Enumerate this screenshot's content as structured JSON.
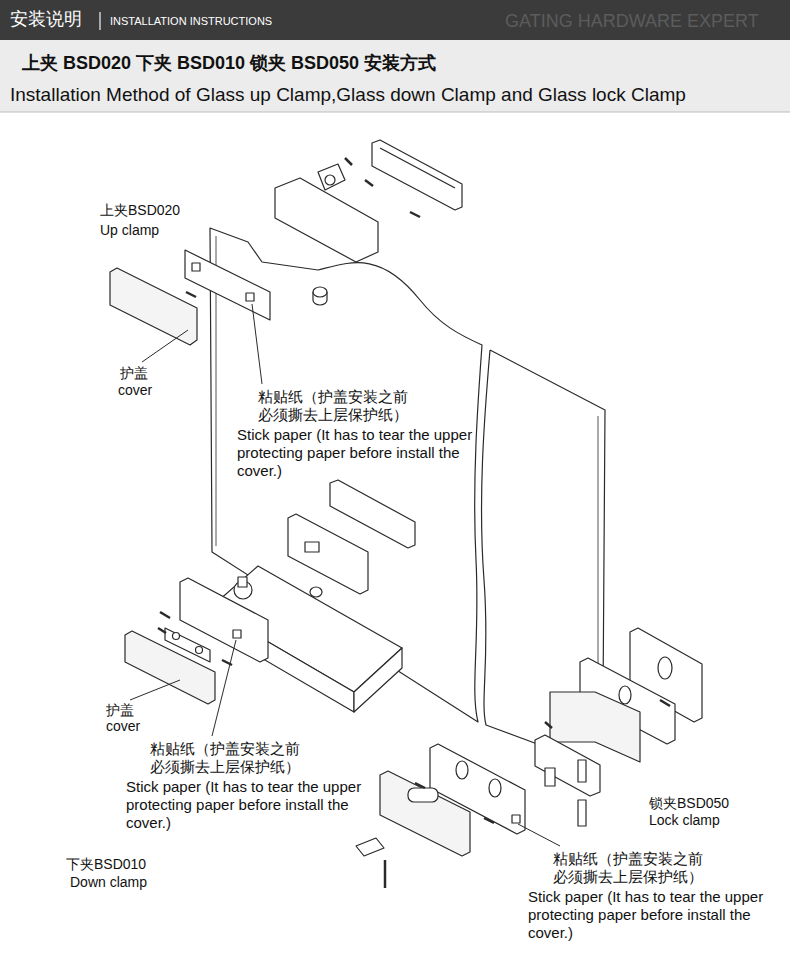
{
  "diagram": {
    "title": "上夹 BSD020 下夹 BSD010 锁夹 BSD050 安装方式",
    "labels": [
      "安装说明",
      "INSTALLATION INSTRUCTIONS",
      "GATING HARDWARE EXPERT",
      "Installation Method of Glass up Clamp,Glass down Clamp and Glass lock Clamp",
      "上夹BSD020",
      "Up clamp",
      "护盖",
      "cover",
      "粘贴纸（护盖安装之前 必须撕去上层保护纸）",
      "Stick paper (It has to tear the upper protecting paper before install the cover.)",
      "护盖",
      "cover",
      "粘贴纸（护盖安装之前 必须撕去上层保护纸）",
      "Stick paper (It has to tear the upper protecting paper before install the cover.)",
      "下夹BSD010",
      "Down clamp",
      "锁夹BSD050",
      "Lock clamp",
      "粘贴纸（护盖安装之前 必须撕去上层保护纸）",
      "Stick paper (It has to tear the upper protecting paper before install the cover.)"
    ]
  }
}
